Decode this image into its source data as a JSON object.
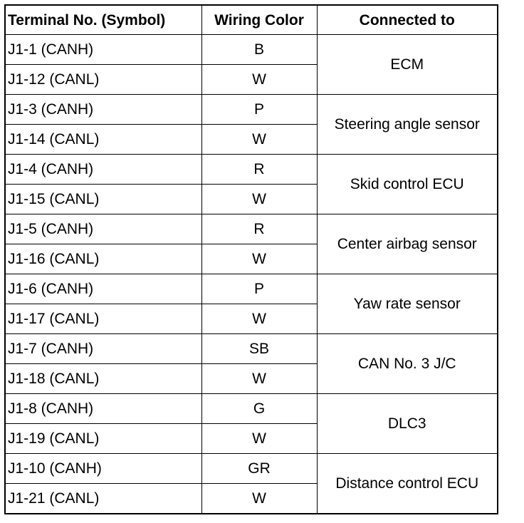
{
  "table": {
    "headers": [
      "Terminal No. (Symbol)",
      "Wiring Color",
      "Connected to"
    ],
    "groups": [
      {
        "connected_to": "ECM",
        "rows": [
          {
            "terminal": "J1-1 (CANH)",
            "color": "B"
          },
          {
            "terminal": "J1-12 (CANL)",
            "color": "W"
          }
        ]
      },
      {
        "connected_to": "Steering angle sensor",
        "rows": [
          {
            "terminal": "J1-3 (CANH)",
            "color": "P"
          },
          {
            "terminal": "J1-14 (CANL)",
            "color": "W"
          }
        ]
      },
      {
        "connected_to": "Skid control ECU",
        "rows": [
          {
            "terminal": "J1-4 (CANH)",
            "color": "R"
          },
          {
            "terminal": "J1-15 (CANL)",
            "color": "W"
          }
        ]
      },
      {
        "connected_to": "Center airbag sensor",
        "rows": [
          {
            "terminal": "J1-5 (CANH)",
            "color": "R"
          },
          {
            "terminal": "J1-16 (CANL)",
            "color": "W"
          }
        ]
      },
      {
        "connected_to": "Yaw rate sensor",
        "rows": [
          {
            "terminal": "J1-6 (CANH)",
            "color": "P"
          },
          {
            "terminal": "J1-17 (CANL)",
            "color": "W"
          }
        ]
      },
      {
        "connected_to": "CAN No. 3 J/C",
        "rows": [
          {
            "terminal": "J1-7 (CANH)",
            "color": "SB"
          },
          {
            "terminal": "J1-18 (CANL)",
            "color": "W"
          }
        ]
      },
      {
        "connected_to": "DLC3",
        "rows": [
          {
            "terminal": "J1-8 (CANH)",
            "color": "G"
          },
          {
            "terminal": "J1-19 (CANL)",
            "color": "W"
          }
        ]
      },
      {
        "connected_to": "Distance control ECU",
        "rows": [
          {
            "terminal": "J1-10 (CANH)",
            "color": "GR"
          },
          {
            "terminal": "J1-21 (CANL)",
            "color": "W"
          }
        ]
      }
    ]
  }
}
